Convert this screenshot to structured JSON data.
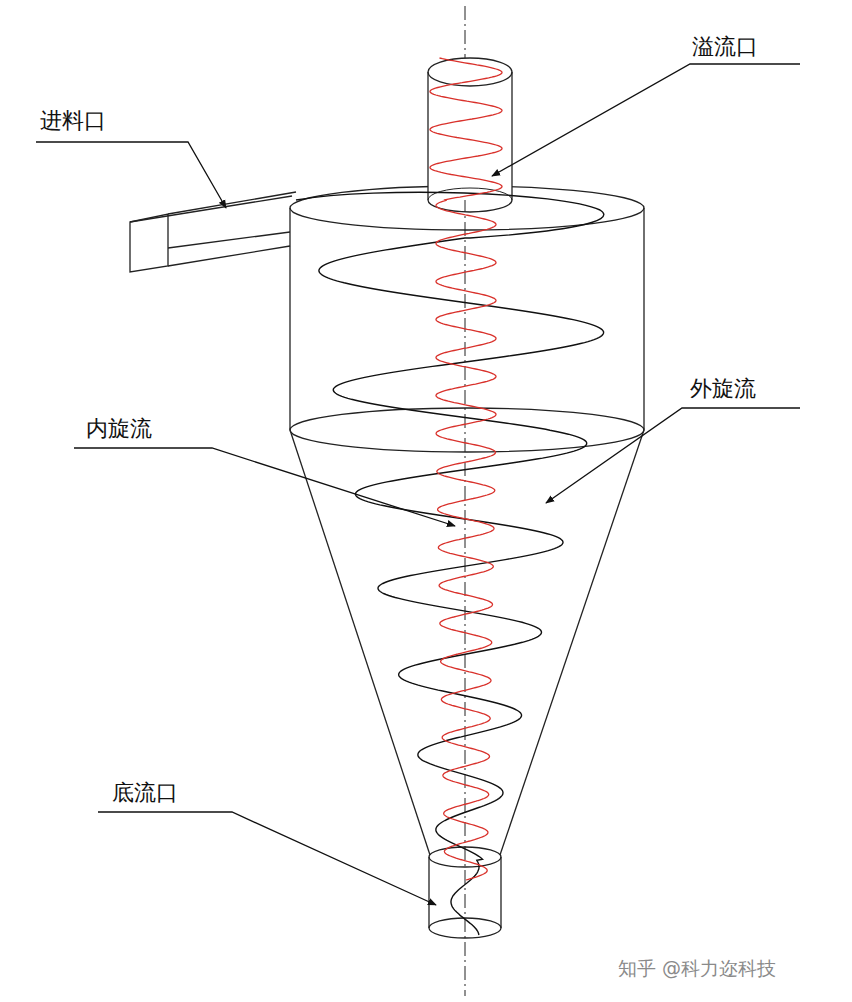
{
  "diagram": {
    "labels": [
      "溢流口",
      "进料口",
      "外旋流",
      "内旋流",
      "底流口",
      "知乎 @科力迩科技"
    ]
  }
}
